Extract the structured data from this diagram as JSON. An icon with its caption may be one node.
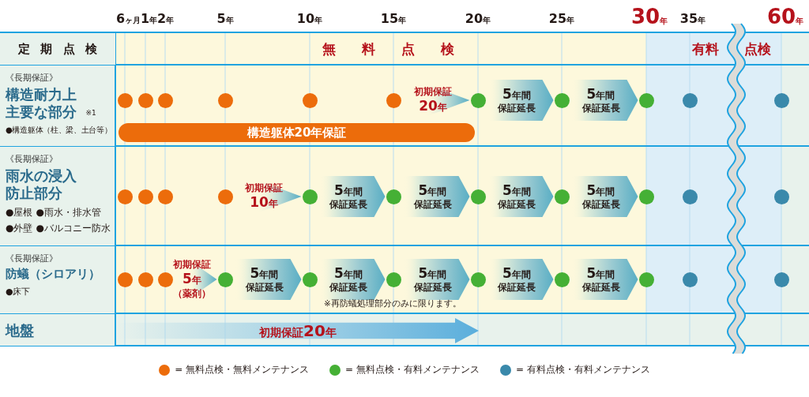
{
  "diagram": {
    "nodes": [
      {
        "text": [
          "定期点検"
        ]
      },
      {
        "text": [
          "《長期保証》",
          "構造耐力上主要な部分",
          "※1",
          "●構造躯体（柱、梁、土台等）"
        ]
      },
      {
        "text": [
          "《長期保証》",
          "雨水の浸入防止部分",
          "●屋根",
          "●雨水・排水管",
          "●外壁",
          "●バルコニー防水"
        ]
      },
      {
        "text": [
          "《長期保証》",
          "防蟻（シロアリ）",
          "●床下"
        ]
      },
      {
        "text": [
          "地盤"
        ]
      },
      {
        "text": [],
        "shape": "circle"
      },
      {
        "text": [],
        "shape": "circle"
      },
      {
        "text": [],
        "shape": "circle"
      },
      {
        "text": [],
        "shape": "circle"
      },
      {
        "text": [],
        "shape": "circle"
      },
      {
        "text": [],
        "shape": "circle"
      },
      {
        "text": [],
        "shape": "circle"
      },
      {
        "text": [],
        "shape": "circle"
      },
      {
        "text": [],
        "shape": "circle"
      },
      {
        "text": [],
        "shape": "circle"
      },
      {
        "text": [],
        "shape": "circle"
      },
      {
        "text": [
          "構造躯体20年保証"
        ]
      },
      {
        "text": [],
        "shape": "circle"
      },
      {
        "text": [],
        "shape": "circle"
      },
      {
        "text": [],
        "shape": "circle"
      },
      {
        "text": [],
        "shape": "circle"
      },
      {
        "text": [],
        "shape": "circle"
      },
      {
        "text": [],
        "shape": "circle"
      },
      {
        "text": [],
        "shape": "circle"
      },
      {
        "text": [],
        "shape": "circle"
      },
      {
        "text": [],
        "shape": "circle"
      },
      {
        "text": [],
        "shape": "circle"
      },
      {
        "text": [],
        "shape": "circle"
      },
      {
        "text": [],
        "shape": "circle"
      },
      {
        "text": [],
        "shape": "circle"
      },
      {
        "text": [],
        "shape": "circle"
      },
      {
        "text": [],
        "shape": "circle"
      },
      {
        "text": [],
        "shape": "circle"
      },
      {
        "text": [],
        "shape": "circle"
      },
      {
        "text": [],
        "shape": "circle"
      },
      {
        "text": [],
        "shape": "circle"
      },
      {
        "text": [],
        "shape": "circle"
      },
      {
        "text": [],
        "shape": "circle"
      },
      {
        "text": [],
        "shape": "circle"
      },
      {
        "text": [
          "初期保証20年"
        ]
      }
    ],
    "edges": [
      {
        "from": 10,
        "to": 11,
        "arrow": "to",
        "label": "初期保証20年"
      },
      {
        "from": 11,
        "to": 12,
        "arrow": "to",
        "label": "5年間保証延長"
      },
      {
        "from": 12,
        "to": 13,
        "arrow": "to",
        "label": "5年間保証延長"
      },
      {
        "from": 20,
        "to": 21,
        "arrow": "to",
        "label": "初期保証10年"
      },
      {
        "from": 21,
        "to": 22,
        "arrow": "to",
        "label": "5年間保証延長"
      },
      {
        "from": 22,
        "to": 23,
        "arrow": "to",
        "label": "5年間保証延長"
      },
      {
        "from": 23,
        "to": 24,
        "arrow": "to",
        "label": "5年間保証延長"
      },
      {
        "from": 24,
        "to": 25,
        "arrow": "to",
        "label": "5年間保証延長"
      },
      {
        "from": 30,
        "to": 31,
        "arrow": "to",
        "label": "初期保証5年（薬剤）"
      },
      {
        "from": 31,
        "to": 32,
        "arrow": "to",
        "label": "5年間保証延長"
      },
      {
        "from": 32,
        "to": 33,
        "arrow": "to",
        "label": "5年間保証延長"
      },
      {
        "from": 33,
        "to": 34,
        "arrow": "to",
        "label": "5年間保証延長"
      },
      {
        "from": 34,
        "to": 35,
        "arrow": "to",
        "label": "5年間保証延長"
      },
      {
        "from": 35,
        "to": 36,
        "arrow": "to",
        "label": "5年間保証延長"
      }
    ],
    "labels": [
      "6ヶ月",
      "1年",
      "2年",
      "5年",
      "10年",
      "15年",
      "20年",
      "25年",
      "30年",
      "35年",
      "60年",
      "無料点検",
      "有料",
      "点検",
      "※再防蟻処理部分のみに限ります。"
    ],
    "legend": [
      {
        "text": "= 無料点検・無料メンテナンス",
        "color": "#ec6c0b"
      },
      {
        "text": "= 無料点検・有料メンテナンス",
        "color": "#45b035"
      },
      {
        "text": "= 有料点検・有料メンテナンス",
        "color": "#3a89ab"
      }
    ]
  }
}
